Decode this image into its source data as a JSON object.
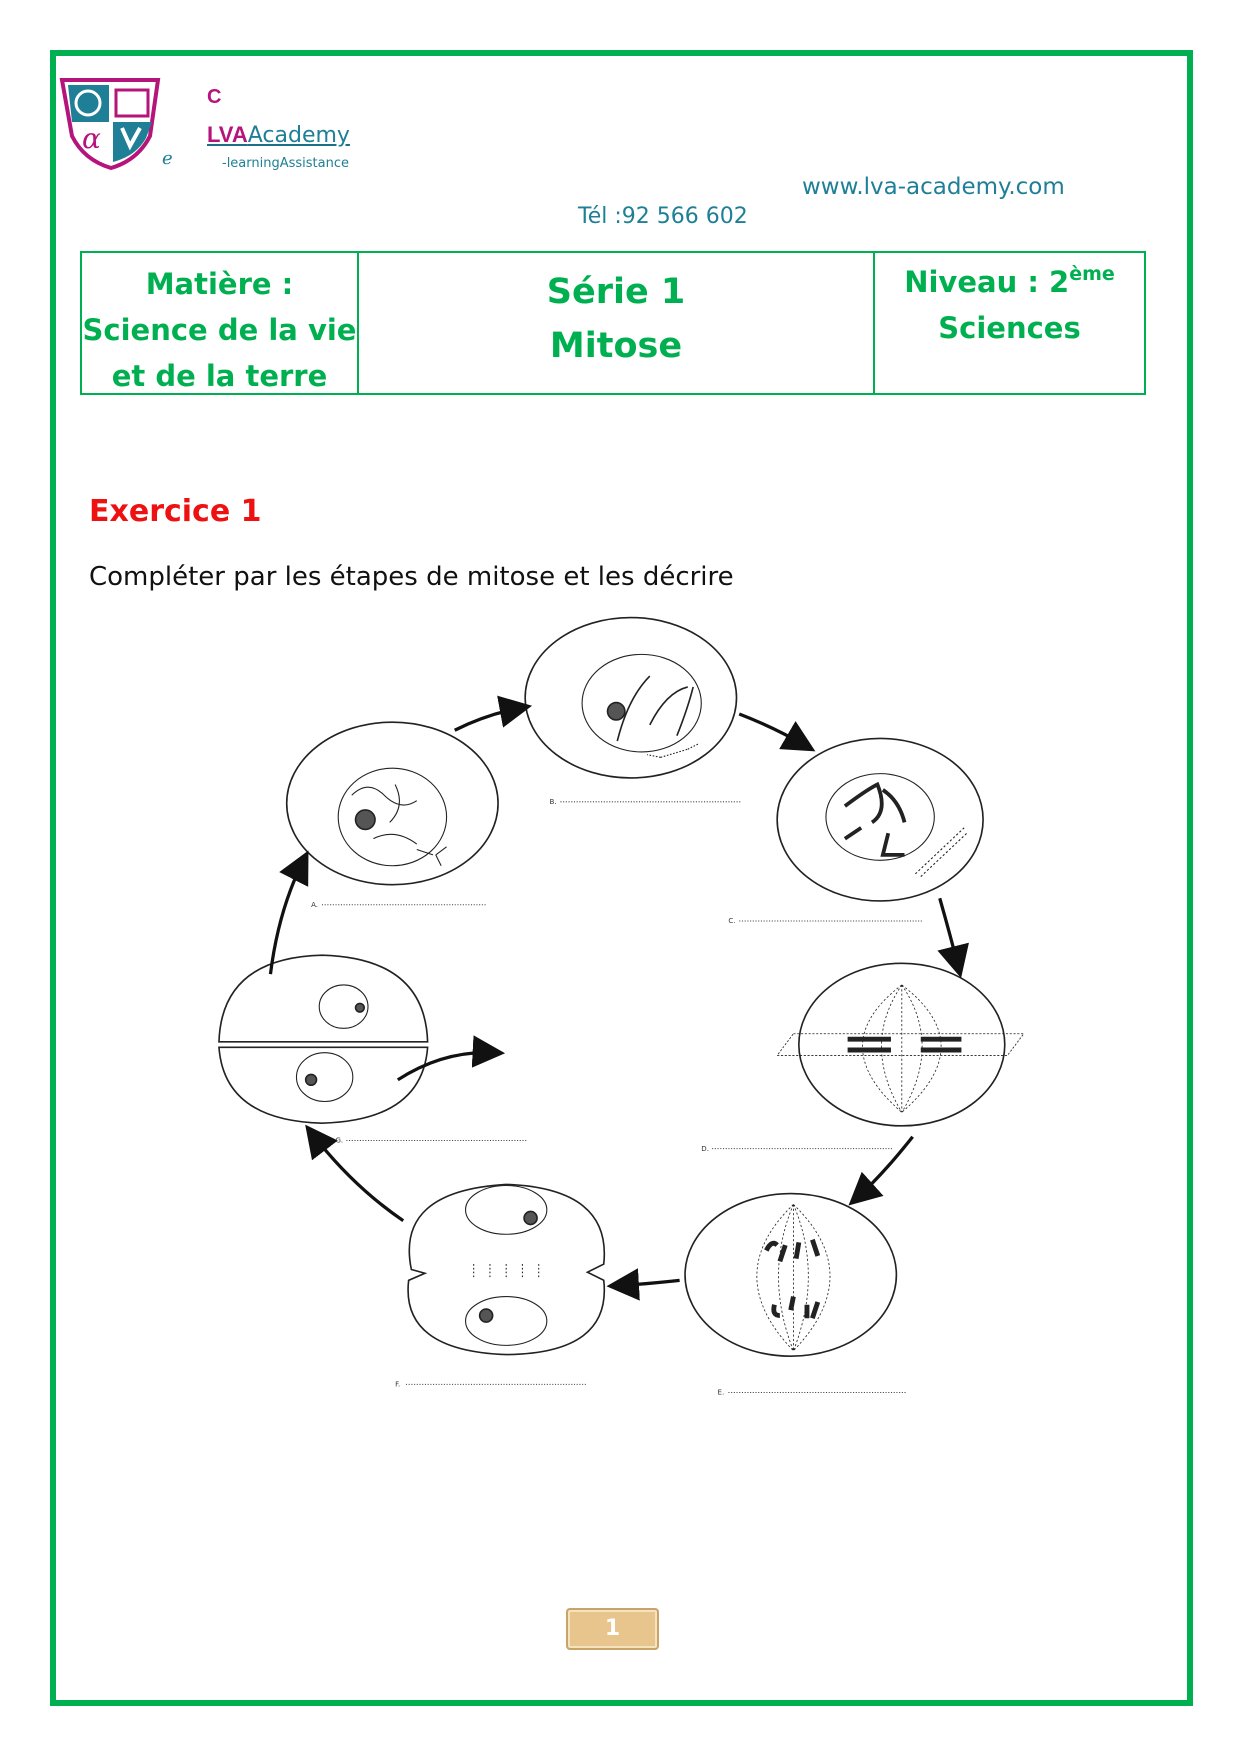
{
  "header": {
    "brand_initial": "C",
    "brand_lva": "LVA",
    "brand_academy": "Academy",
    "brand_e": "e",
    "brand_sub": "-learningAssistance",
    "website": "www.lva-academy.com",
    "phone": "Tél :92 566 602"
  },
  "info_table": {
    "subject_label": "Matière :",
    "subject_line1": "Science de la vie",
    "subject_line2": "et de la terre",
    "series": "Série 1",
    "topic": "Mitose",
    "level_label": "Niveau : 2",
    "level_sup": "ème",
    "level_stream": "Sciences"
  },
  "exercise": {
    "title": "Exercice 1",
    "instruction": "Compléter par les étapes de mitose et les décrire"
  },
  "diagram": {
    "labels": [
      "A.",
      "B.",
      "C.",
      "D.",
      "E.",
      "F.",
      "G."
    ]
  },
  "footer": {
    "page_number": "1"
  },
  "colors": {
    "accent_green": "#00b050",
    "exercise_red": "#ee1111",
    "brand_teal": "#1e7f96",
    "brand_magenta": "#b5157a"
  }
}
